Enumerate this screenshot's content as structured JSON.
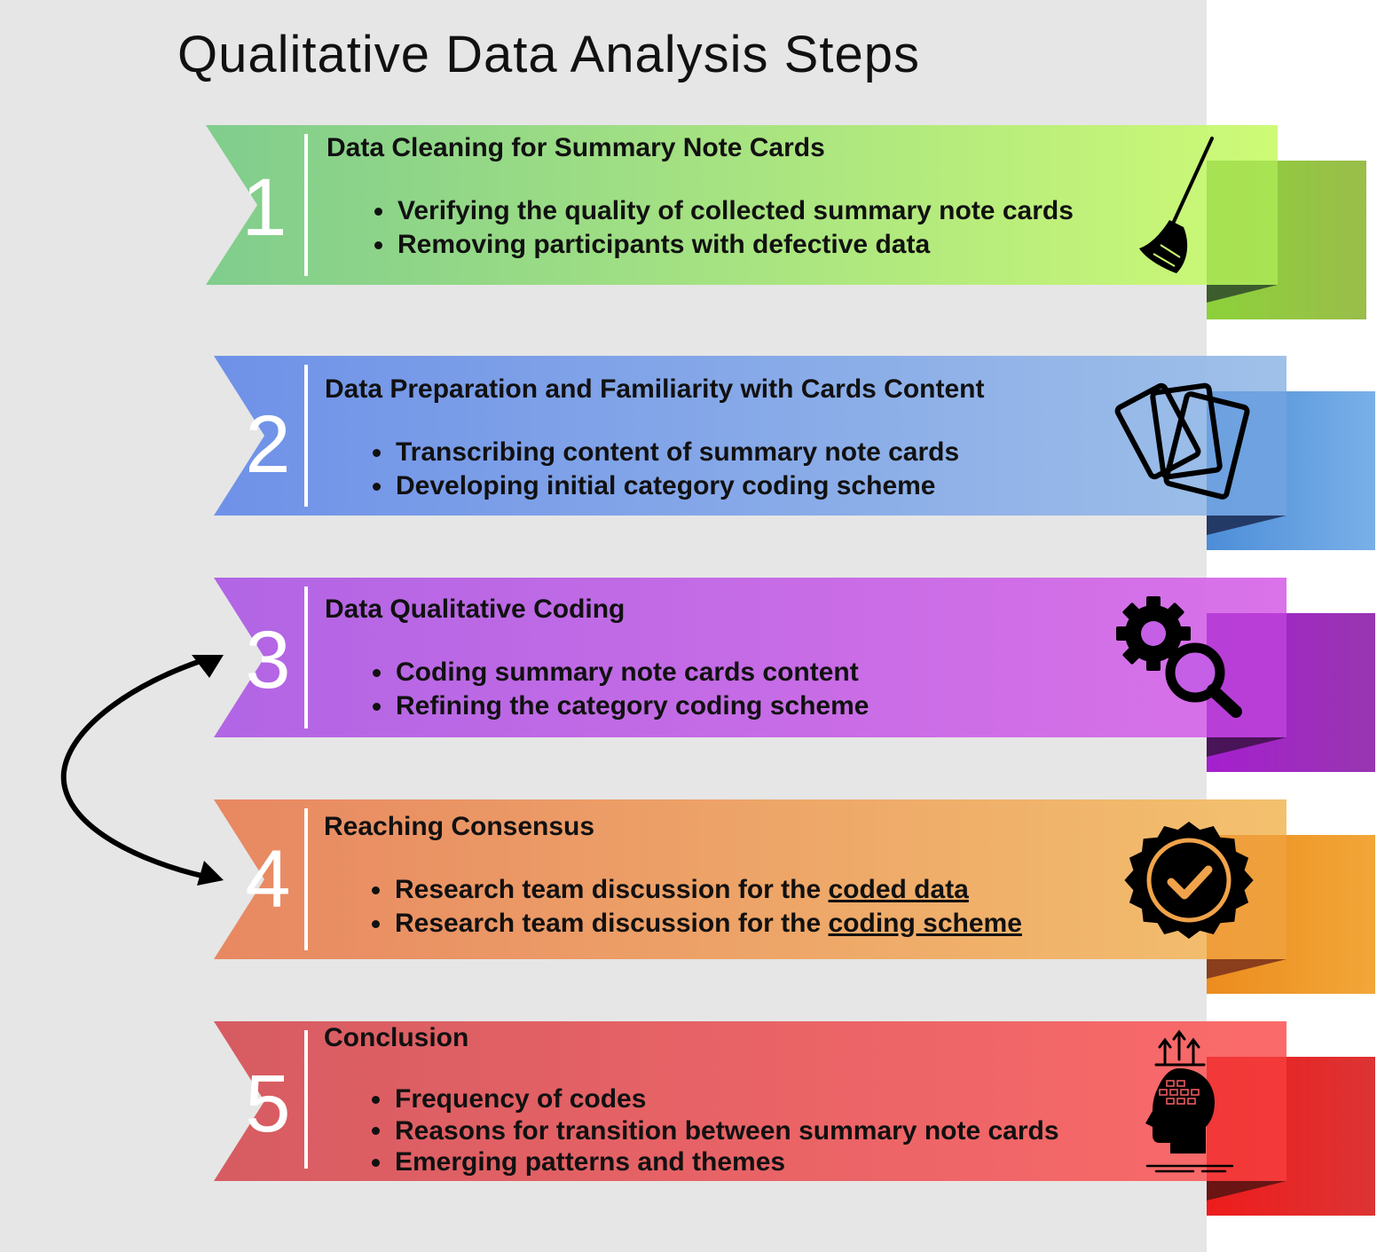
{
  "title": "Qualitative Data Analysis Steps",
  "steps": [
    {
      "number": "1",
      "heading": "Data Cleaning for Summary Note Cards",
      "bullets": [
        "Verifying the quality of collected summary note cards",
        "Removing participants with defective data"
      ],
      "icon": "broom-icon",
      "colors": {
        "start": "#7dcc8a",
        "end": "#cdfa72",
        "tab": "#8dd13a",
        "fold": "#3c5c2e"
      }
    },
    {
      "number": "2",
      "heading": "Data Preparation and Familiarity with Cards Content",
      "bullets": [
        "Transcribing content of summary note cards",
        "Developing initial category coding scheme"
      ],
      "icon": "cards-icon",
      "colors": {
        "start": "#6b8fe8",
        "end": "#9cbfe8",
        "tab": "#4d8dd8",
        "fold": "#243a66"
      }
    },
    {
      "number": "3",
      "heading": "Data Qualitative Coding",
      "bullets": [
        "Coding summary note cards content",
        "Refining the category coding scheme"
      ],
      "icon": "gear-magnifier-icon",
      "colors": {
        "start": "#b061e4",
        "end": "#d96ee8",
        "tab": "#a51fcf",
        "fold": "#4a1458"
      }
    },
    {
      "number": "4",
      "heading": "Reaching Consensus",
      "bullets_rich": [
        {
          "prefix": "Research team discussion for the ",
          "underlined": "coded data"
        },
        {
          "prefix": "Research team discussion for the ",
          "underlined": "coding scheme"
        }
      ],
      "icon": "badge-check-icon",
      "colors": {
        "start": "#e8855e",
        "end": "#f3bf6a",
        "tab": "#ec8c1e",
        "fold": "#8a3e1c"
      }
    },
    {
      "number": "5",
      "heading": "Conclusion",
      "bullets": [
        "Frequency of codes",
        "Reasons for transition between summary note cards",
        "Emerging patterns and themes"
      ],
      "icon": "head-brain-icon",
      "colors": {
        "start": "#d6585e",
        "end": "#fb6666",
        "tab": "#ee1c1c",
        "fold": "#6a1414"
      }
    }
  ],
  "arrow_icon": "curved-double-arrow-icon"
}
